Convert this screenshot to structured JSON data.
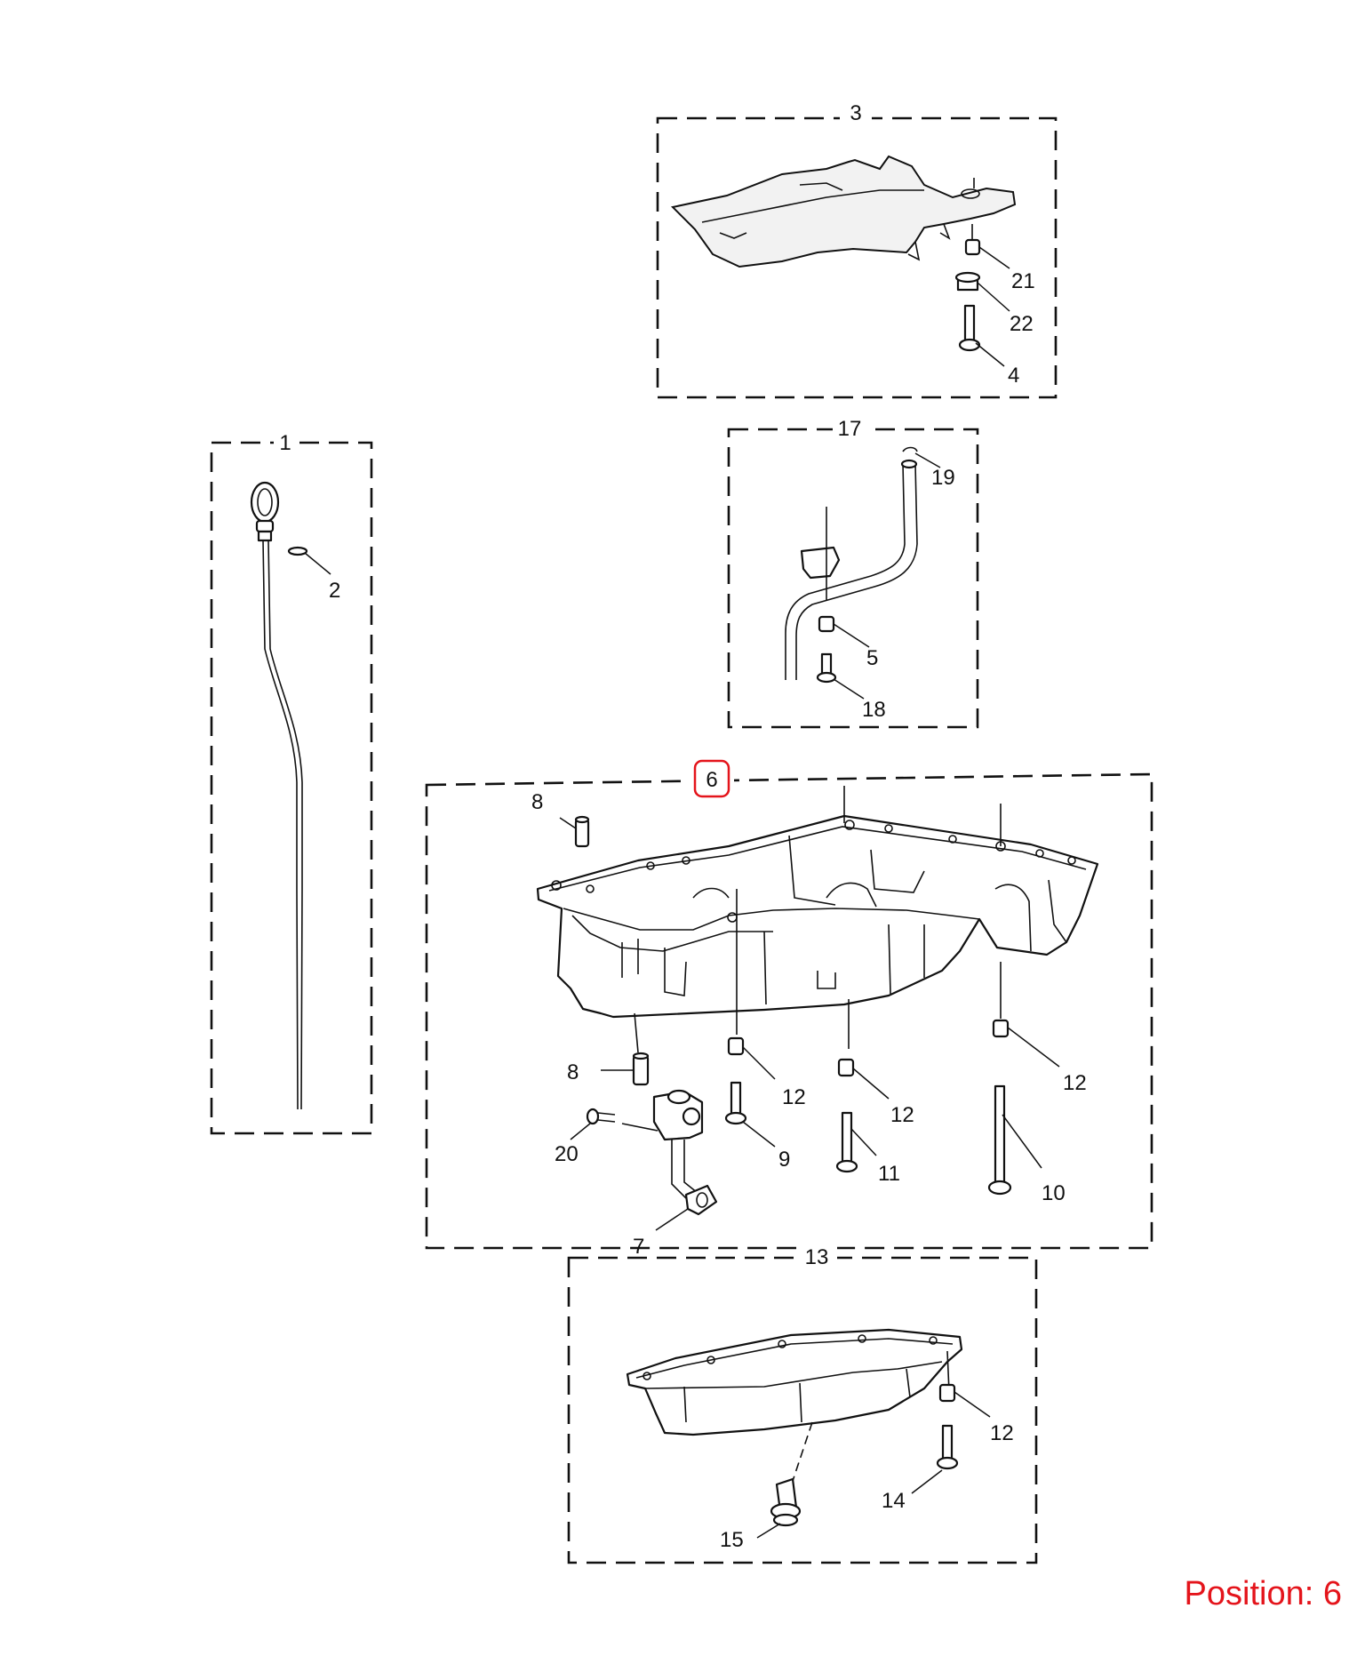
{
  "diagram": {
    "group_labels": {
      "g1": "1",
      "g3": "3",
      "g6": "6",
      "g13": "13",
      "g17": "17"
    },
    "part_labels": {
      "p2": "2",
      "p4": "4",
      "p5": "5",
      "p7": "7",
      "p8a": "8",
      "p8b": "8",
      "p9": "9",
      "p10": "10",
      "p11": "11",
      "p12a": "12",
      "p12b": "12",
      "p12c": "12",
      "p12d": "12",
      "p14": "14",
      "p15": "15",
      "p18": "18",
      "p19": "19",
      "p20": "20",
      "p21": "21",
      "p22": "22"
    },
    "highlight_color": "#e4141b"
  },
  "position": {
    "prefix": "Position:",
    "value": "6"
  }
}
